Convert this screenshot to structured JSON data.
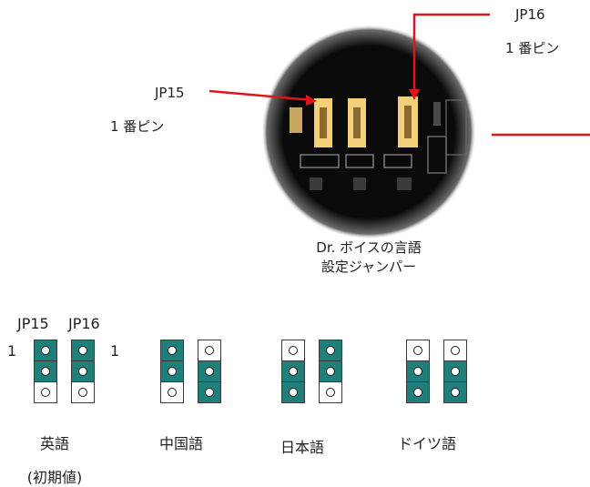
{
  "callouts": {
    "jp16_name": "JP16",
    "jp16_pin": "1 番ピン",
    "jp15_name": "JP15",
    "jp15_pin": "1 番ピン"
  },
  "photo_caption": {
    "line1": "Dr. ボイスの言語",
    "line2": "設定ジャンパー"
  },
  "settings_header": {
    "jp15": "JP15",
    "jp16": "JP16",
    "pin1_left": "1",
    "pin1_right": "1"
  },
  "settings": [
    {
      "language": "英語",
      "note": "(初期値)",
      "jp15": [
        true,
        true,
        false
      ],
      "jp16": [
        true,
        true,
        false
      ]
    },
    {
      "language": "中国語",
      "note": "",
      "jp15": [
        true,
        true,
        false
      ],
      "jp16": [
        false,
        true,
        true
      ]
    },
    {
      "language": "日本語",
      "note": "",
      "jp15": [
        false,
        true,
        true
      ],
      "jp16": [
        true,
        true,
        false
      ]
    },
    {
      "language": "ドイツ語",
      "note": "",
      "jp15": [
        false,
        true,
        true
      ],
      "jp16": [
        false,
        true,
        true
      ]
    }
  ],
  "colors": {
    "jumper_on": "#1f7f7a",
    "arrow": "#e0141b",
    "board": "#0a0a0a",
    "jumper_cap": "#f4cf7a"
  }
}
